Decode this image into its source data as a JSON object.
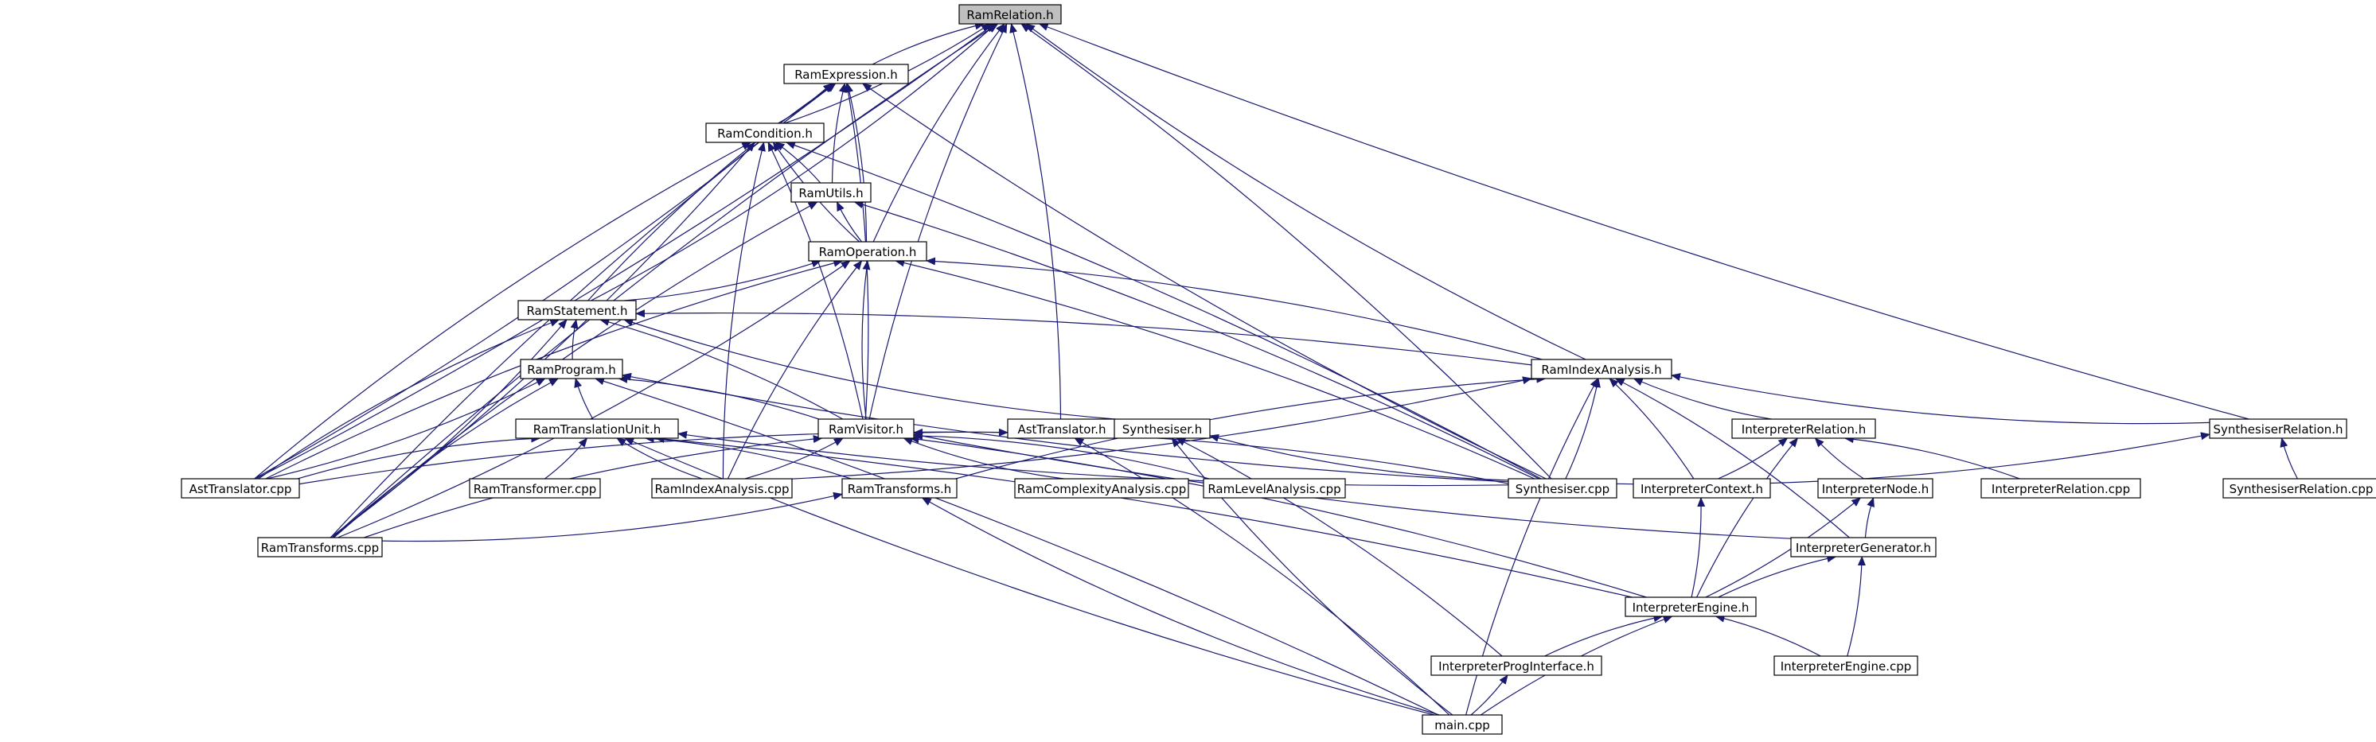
{
  "title": "",
  "colors": {
    "edge": "#191970",
    "node_border": "#000000",
    "node_fill": "#ffffff",
    "root_fill": "#bfbfbf"
  },
  "nodes": [
    {
      "id": "ram_relation_h",
      "label": "RamRelation.h",
      "root": true
    },
    {
      "id": "ram_expression_h",
      "label": "RamExpression.h"
    },
    {
      "id": "ram_condition_h",
      "label": "RamCondition.h"
    },
    {
      "id": "ram_utils_h",
      "label": "RamUtils.h"
    },
    {
      "id": "ram_operation_h",
      "label": "RamOperation.h"
    },
    {
      "id": "ram_statement_h",
      "label": "RamStatement.h"
    },
    {
      "id": "ram_program_h",
      "label": "RamProgram.h"
    },
    {
      "id": "ram_translation_unit_h",
      "label": "RamTranslationUnit.h"
    },
    {
      "id": "ram_visitor_h",
      "label": "RamVisitor.h"
    },
    {
      "id": "ast_translator_h",
      "label": "AstTranslator.h"
    },
    {
      "id": "synthesiser_h",
      "label": "Synthesiser.h"
    },
    {
      "id": "ram_index_analysis_h",
      "label": "RamIndexAnalysis.h"
    },
    {
      "id": "ast_translator_cpp",
      "label": "AstTranslator.cpp"
    },
    {
      "id": "ram_transformer_cpp",
      "label": "RamTransformer.cpp"
    },
    {
      "id": "ram_index_analysis_cpp",
      "label": "RamIndexAnalysis.cpp"
    },
    {
      "id": "ram_transforms_h",
      "label": "RamTransforms.h"
    },
    {
      "id": "ram_complexity_analysis_cpp",
      "label": "RamComplexityAnalysis.cpp"
    },
    {
      "id": "ram_level_analysis_cpp",
      "label": "RamLevelAnalysis.cpp"
    },
    {
      "id": "ram_transforms_cpp",
      "label": "RamTransforms.cpp"
    },
    {
      "id": "synthesiser_cpp",
      "label": "Synthesiser.cpp"
    },
    {
      "id": "interpreter_relation_h",
      "label": "InterpreterRelation.h"
    },
    {
      "id": "interpreter_context_h",
      "label": "InterpreterContext.h"
    },
    {
      "id": "interpreter_node_h",
      "label": "InterpreterNode.h"
    },
    {
      "id": "interpreter_relation_cpp",
      "label": "InterpreterRelation.cpp"
    },
    {
      "id": "synthesiser_relation_h",
      "label": "SynthesiserRelation.h"
    },
    {
      "id": "synthesiser_relation_cpp",
      "label": "SynthesiserRelation.cpp"
    },
    {
      "id": "interpreter_generator_h",
      "label": "InterpreterGenerator.h"
    },
    {
      "id": "interpreter_engine_h",
      "label": "InterpreterEngine.h"
    },
    {
      "id": "interpreter_prog_interface_h",
      "label": "InterpreterProgInterface.h"
    },
    {
      "id": "interpreter_engine_cpp",
      "label": "InterpreterEngine.cpp"
    },
    {
      "id": "main_cpp",
      "label": "main.cpp"
    }
  ],
  "edges": [
    [
      "ram_expression_h",
      "ram_relation_h"
    ],
    [
      "ram_condition_h",
      "ram_relation_h"
    ],
    [
      "ram_operation_h",
      "ram_relation_h"
    ],
    [
      "ram_statement_h",
      "ram_relation_h"
    ],
    [
      "ram_visitor_h",
      "ram_relation_h"
    ],
    [
      "ast_translator_h",
      "ram_relation_h"
    ],
    [
      "ram_index_analysis_h",
      "ram_relation_h"
    ],
    [
      "synthesiser_cpp",
      "ram_relation_h"
    ],
    [
      "synthesiser_relation_h",
      "ram_relation_h"
    ],
    [
      "ast_translator_cpp",
      "ram_relation_h"
    ],
    [
      "ram_transforms_cpp",
      "ram_relation_h"
    ],
    [
      "ram_condition_h",
      "ram_expression_h"
    ],
    [
      "ram_utils_h",
      "ram_expression_h"
    ],
    [
      "ram_operation_h",
      "ram_expression_h"
    ],
    [
      "ram_statement_h",
      "ram_expression_h"
    ],
    [
      "ram_visitor_h",
      "ram_expression_h"
    ],
    [
      "synthesiser_cpp",
      "ram_expression_h"
    ],
    [
      "ast_translator_cpp",
      "ram_expression_h"
    ],
    [
      "ram_transforms_cpp",
      "ram_expression_h"
    ],
    [
      "ram_utils_h",
      "ram_condition_h"
    ],
    [
      "ram_operation_h",
      "ram_condition_h"
    ],
    [
      "ram_visitor_h",
      "ram_condition_h"
    ],
    [
      "ram_index_analysis_cpp",
      "ram_condition_h"
    ],
    [
      "synthesiser_cpp",
      "ram_condition_h"
    ],
    [
      "ast_translator_cpp",
      "ram_condition_h"
    ],
    [
      "ram_transforms_cpp",
      "ram_condition_h"
    ],
    [
      "ram_operation_h",
      "ram_utils_h"
    ],
    [
      "synthesiser_cpp",
      "ram_utils_h"
    ],
    [
      "ram_transforms_cpp",
      "ram_utils_h"
    ],
    [
      "ram_statement_h",
      "ram_operation_h"
    ],
    [
      "ram_visitor_h",
      "ram_operation_h"
    ],
    [
      "ram_index_analysis_h",
      "ram_operation_h"
    ],
    [
      "ram_index_analysis_cpp",
      "ram_operation_h"
    ],
    [
      "synthesiser_cpp",
      "ram_operation_h"
    ],
    [
      "ast_translator_cpp",
      "ram_operation_h"
    ],
    [
      "ram_transforms_cpp",
      "ram_operation_h"
    ],
    [
      "ram_program_h",
      "ram_statement_h"
    ],
    [
      "ram_visitor_h",
      "ram_statement_h"
    ],
    [
      "synthesiser_h",
      "ram_statement_h"
    ],
    [
      "ram_index_analysis_h",
      "ram_statement_h"
    ],
    [
      "ast_translator_cpp",
      "ram_statement_h"
    ],
    [
      "ram_transforms_cpp",
      "ram_statement_h"
    ],
    [
      "ram_translation_unit_h",
      "ram_program_h"
    ],
    [
      "ram_visitor_h",
      "ram_program_h"
    ],
    [
      "synthesiser_cpp",
      "ram_program_h"
    ],
    [
      "ast_translator_cpp",
      "ram_program_h"
    ],
    [
      "ram_transforms_cpp",
      "ram_program_h"
    ],
    [
      "main_cpp",
      "ram_program_h"
    ],
    [
      "ast_translator_cpp",
      "ram_translation_unit_h"
    ],
    [
      "ram_transformer_cpp",
      "ram_translation_unit_h"
    ],
    [
      "ram_index_analysis_cpp",
      "ram_translation_unit_h"
    ],
    [
      "ram_transforms_h",
      "ram_translation_unit_h"
    ],
    [
      "synthesiser_cpp",
      "ram_translation_unit_h"
    ],
    [
      "interpreter_engine_h",
      "ram_translation_unit_h"
    ],
    [
      "main_cpp",
      "ram_translation_unit_h"
    ],
    [
      "ram_index_analysis_cpp",
      "ram_visitor_h"
    ],
    [
      "ram_complexity_analysis_cpp",
      "ram_visitor_h"
    ],
    [
      "ram_level_analysis_cpp",
      "ram_visitor_h"
    ],
    [
      "ram_transforms_cpp",
      "ram_visitor_h"
    ],
    [
      "synthesiser_cpp",
      "ram_visitor_h"
    ],
    [
      "interpreter_generator_h",
      "ram_visitor_h"
    ],
    [
      "interpreter_engine_h",
      "ram_visitor_h"
    ],
    [
      "ast_translator_cpp",
      "ast_translator_h"
    ],
    [
      "main_cpp",
      "ast_translator_h"
    ],
    [
      "synthesiser_cpp",
      "synthesiser_h"
    ],
    [
      "interpreter_prog_interface_h",
      "synthesiser_h"
    ],
    [
      "main_cpp",
      "synthesiser_h"
    ],
    [
      "ram_index_analysis_cpp",
      "ram_index_analysis_h"
    ],
    [
      "ram_transforms_h",
      "ram_index_analysis_h"
    ],
    [
      "synthesiser_cpp",
      "ram_index_analysis_h"
    ],
    [
      "interpreter_relation_h",
      "ram_index_analysis_h"
    ],
    [
      "interpreter_context_h",
      "ram_index_analysis_h"
    ],
    [
      "synthesiser_relation_h",
      "ram_index_analysis_h"
    ],
    [
      "interpreter_generator_h",
      "ram_index_analysis_h"
    ],
    [
      "main_cpp",
      "ram_index_analysis_h"
    ],
    [
      "ram_transforms_cpp",
      "ram_transforms_h"
    ],
    [
      "main_cpp",
      "ram_transforms_h"
    ],
    [
      "interpreter_context_h",
      "interpreter_relation_h"
    ],
    [
      "interpreter_node_h",
      "interpreter_relation_h"
    ],
    [
      "interpreter_relation_cpp",
      "interpreter_relation_h"
    ],
    [
      "interpreter_engine_h",
      "interpreter_relation_h"
    ],
    [
      "synthesiser_cpp",
      "synthesiser_relation_h"
    ],
    [
      "synthesiser_relation_cpp",
      "synthesiser_relation_h"
    ],
    [
      "interpreter_engine_h",
      "interpreter_context_h"
    ],
    [
      "interpreter_generator_h",
      "interpreter_node_h"
    ],
    [
      "interpreter_engine_h",
      "interpreter_node_h"
    ],
    [
      "interpreter_engine_h",
      "interpreter_generator_h"
    ],
    [
      "interpreter_engine_cpp",
      "interpreter_generator_h"
    ],
    [
      "interpreter_prog_interface_h",
      "interpreter_engine_h"
    ],
    [
      "interpreter_engine_cpp",
      "interpreter_engine_h"
    ],
    [
      "main_cpp",
      "interpreter_engine_h"
    ],
    [
      "main_cpp",
      "interpreter_prog_interface_h"
    ]
  ]
}
